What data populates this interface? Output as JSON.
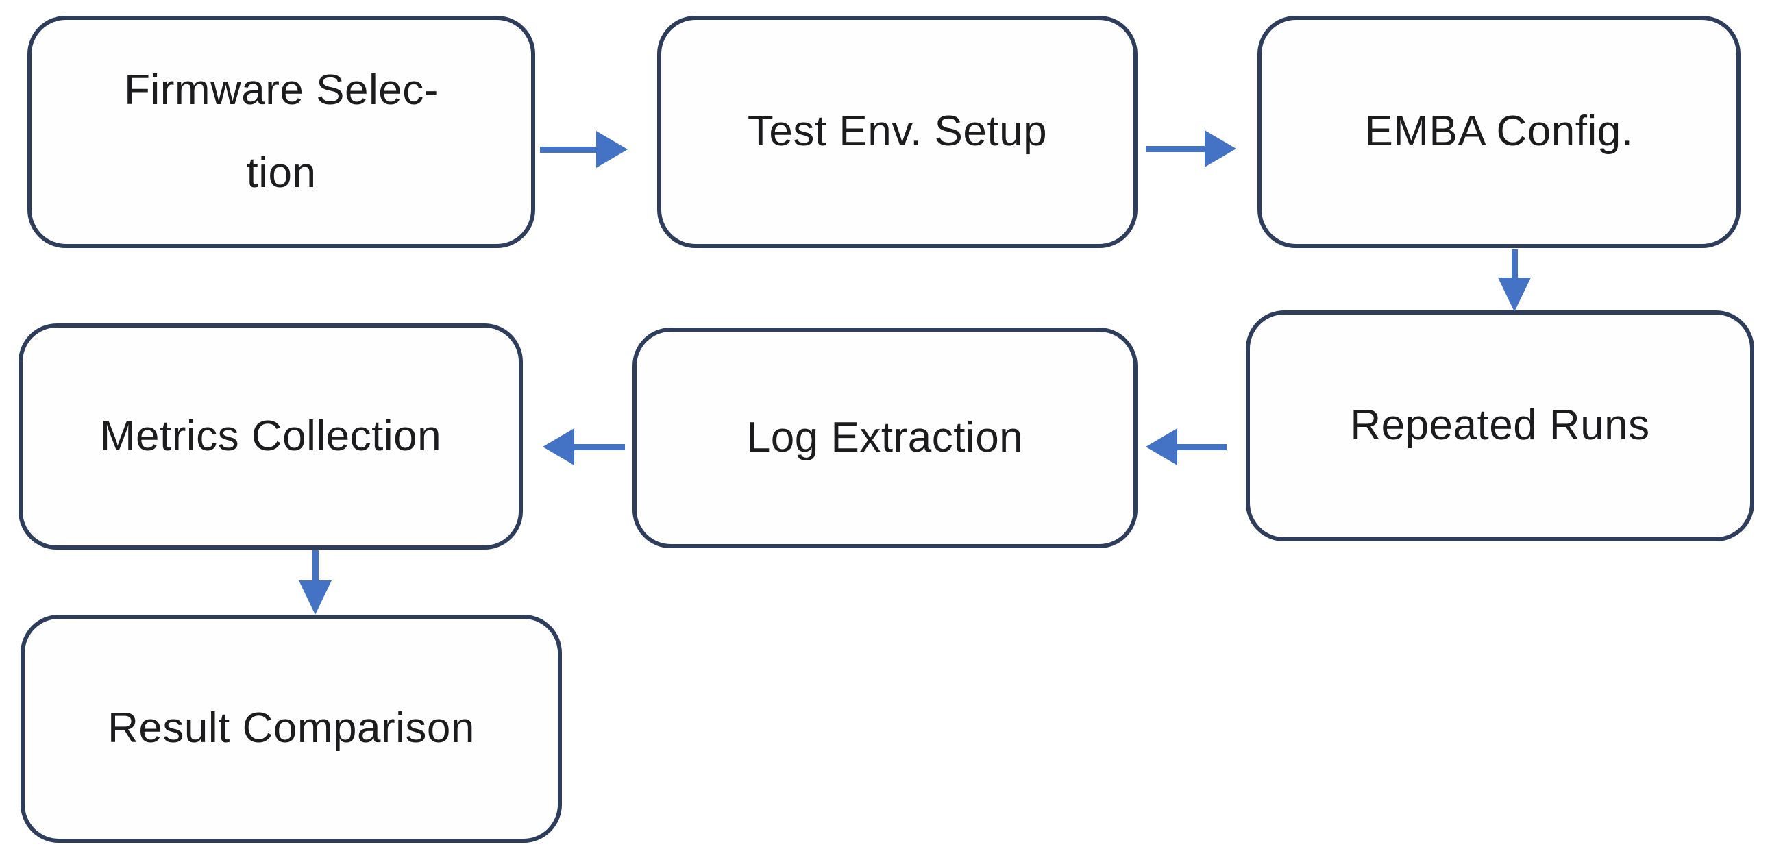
{
  "diagram": {
    "type": "flowchart",
    "colors": {
      "box_border": "#2e3d5c",
      "box_fill": "#fefefe",
      "arrow": "#4472c4",
      "text": "#1c1c1e",
      "background": "#ffffff"
    },
    "nodes": [
      {
        "id": "firmware-selection",
        "label": "Firmware Selection",
        "lines": [
          "Firmware Selec-",
          "tion"
        ]
      },
      {
        "id": "test-env-setup",
        "label": "Test Env. Setup",
        "lines": [
          "Test Env. Setup"
        ]
      },
      {
        "id": "emba-config",
        "label": "EMBA Config.",
        "lines": [
          "EMBA Config."
        ]
      },
      {
        "id": "repeated-runs",
        "label": "Repeated Runs",
        "lines": [
          "Repeated Runs"
        ]
      },
      {
        "id": "log-extraction",
        "label": "Log Extraction",
        "lines": [
          "Log Extraction"
        ]
      },
      {
        "id": "metrics-collection",
        "label": "Metrics Collection",
        "lines": [
          "Metrics Collection"
        ]
      },
      {
        "id": "result-comparison",
        "label": "Result Comparison",
        "lines": [
          "Result Comparison"
        ]
      }
    ],
    "connectors": [
      {
        "from": "firmware-selection",
        "to": "test-env-setup",
        "direction": "right"
      },
      {
        "from": "test-env-setup",
        "to": "emba-config",
        "direction": "right"
      },
      {
        "from": "emba-config",
        "to": "repeated-runs",
        "direction": "down"
      },
      {
        "from": "repeated-runs",
        "to": "log-extraction",
        "direction": "left"
      },
      {
        "from": "log-extraction",
        "to": "metrics-collection",
        "direction": "left"
      },
      {
        "from": "metrics-collection",
        "to": "result-comparison",
        "direction": "down"
      }
    ]
  }
}
